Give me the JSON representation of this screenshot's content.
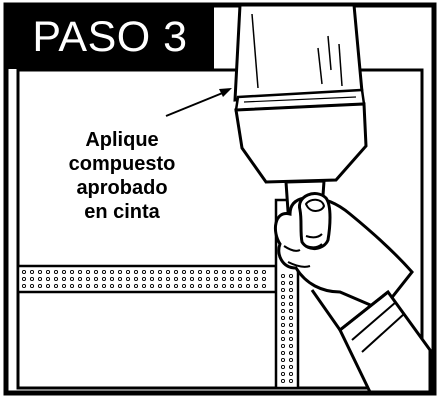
{
  "step": {
    "label": "PASO 3"
  },
  "instruction": {
    "lines": [
      "Aplique",
      "compuesto",
      "aprobado",
      "en cinta"
    ]
  },
  "colors": {
    "ink": "#000000",
    "paper": "#ffffff"
  },
  "icons": {
    "tool": "putty-knife-icon",
    "hand": "hand-icon",
    "arrow": "pointer-arrow-icon"
  }
}
